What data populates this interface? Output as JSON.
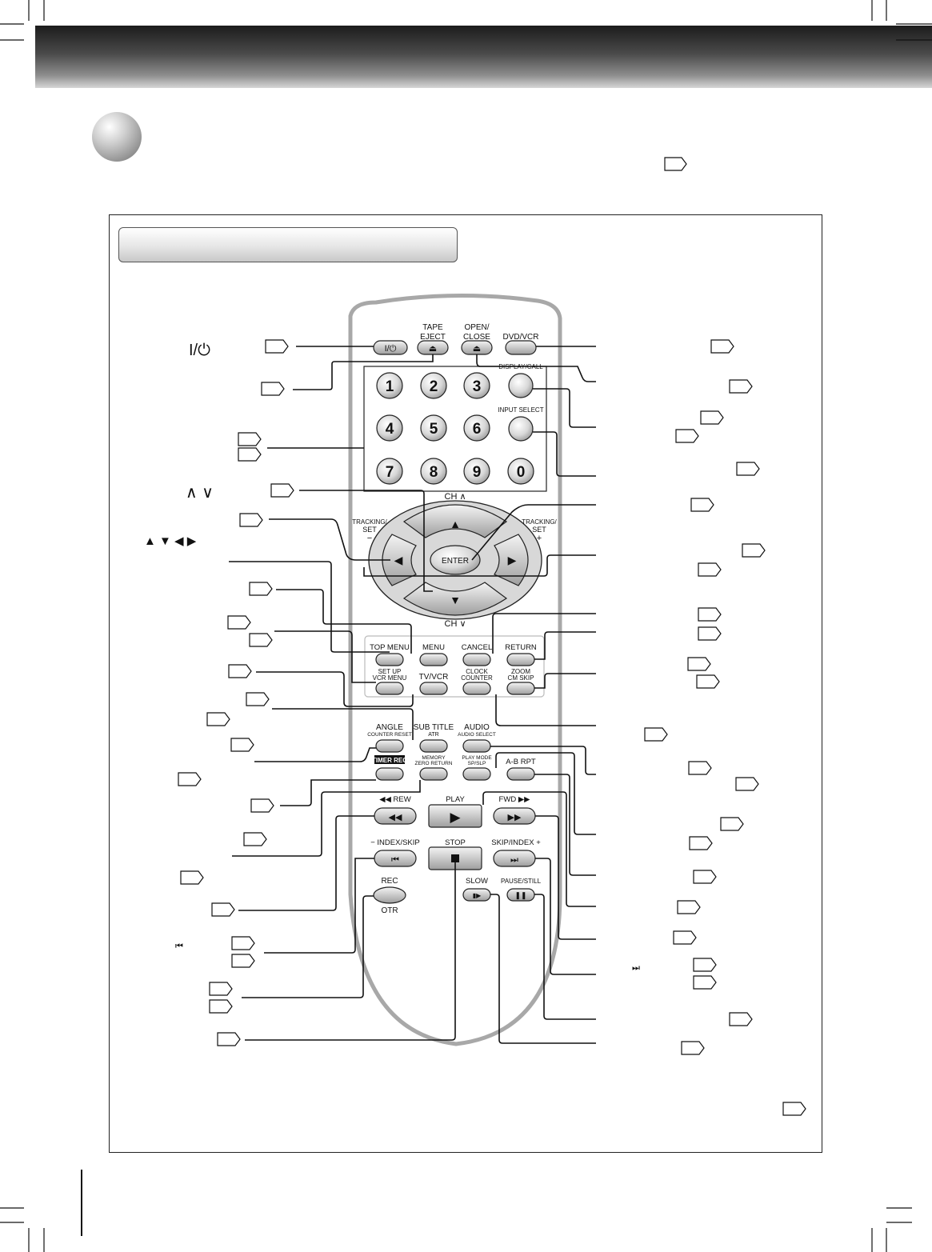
{
  "remote": {
    "top_buttons": {
      "tape_eject": [
        "TAPE",
        "EJECT"
      ],
      "open_close": [
        "OPEN/",
        "CLOSE"
      ],
      "dvd_vcr": "DVD/VCR",
      "power_symbol": "I/⏻",
      "eject_symbol": "⏏"
    },
    "display_call": "DISPLAY/CALL",
    "input_select": "INPUT SELECT",
    "numbers": [
      "1",
      "2",
      "3",
      "4",
      "5",
      "6",
      "7",
      "8",
      "9",
      "0"
    ],
    "dpad": {
      "ch_up": "CH ∧",
      "ch_down": "CH ∨",
      "tracking_left": [
        "TRACKING/",
        "SET",
        "−"
      ],
      "tracking_right": [
        "TRACKING/",
        "SET",
        "+"
      ],
      "enter": "ENTER"
    },
    "row_menu": [
      "TOP MENU",
      "MENU",
      "CANCEL",
      "RETURN"
    ],
    "row_setup": [
      [
        "SET UP",
        "VCR MENU"
      ],
      [
        "TV/VCR"
      ],
      [
        "CLOCK",
        "COUNTER"
      ],
      [
        "ZOOM",
        "CM SKIP"
      ]
    ],
    "row_angle": [
      [
        "ANGLE",
        "COUNTER RESET"
      ],
      [
        "SUB TITLE",
        "ATR"
      ],
      [
        "AUDIO",
        "AUDIO SELECT"
      ]
    ],
    "row_timer": [
      [
        "TIMER REC"
      ],
      [
        "MEMORY",
        "ZERO RETURN"
      ],
      [
        "PLAY MODE",
        "SP/SLP"
      ],
      [
        "A-B RPT"
      ]
    ],
    "row_play": [
      "◀◀ REW",
      "PLAY",
      "FWD ▶▶"
    ],
    "row_index": [
      "− INDEX/SKIP",
      "STOP",
      "SKIP/INDEX +"
    ],
    "rec": [
      "REC",
      "OTR"
    ],
    "slow": "SLOW",
    "pause_still": "PAUSE/STILL"
  },
  "left_labels": {
    "power": "I/⏻",
    "ch_arrows": "∧  ∨",
    "cursor_arrows": "▲ ▼ ◀ ▶",
    "skip_back": "⏮"
  },
  "right_labels": {
    "skip_fwd": "⏭"
  }
}
